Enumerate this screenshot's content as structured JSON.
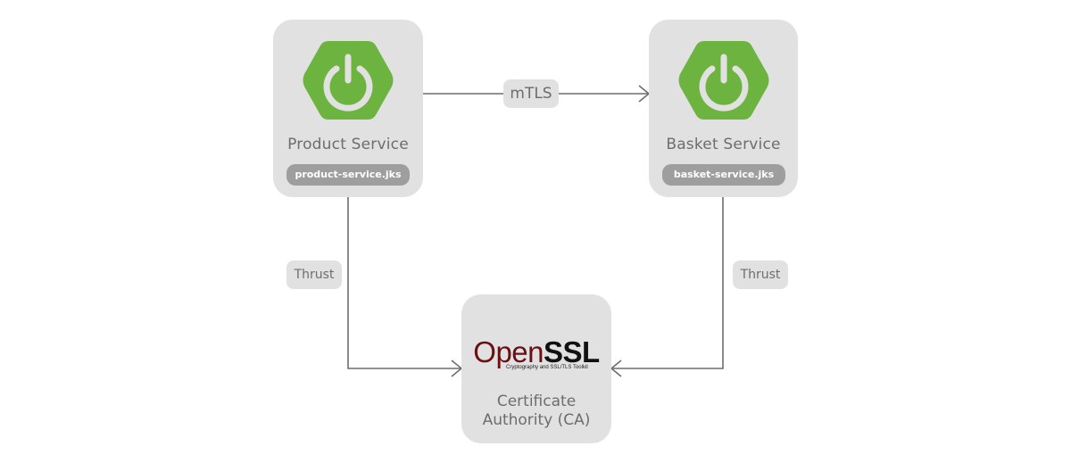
{
  "services": [
    {
      "name": "Product Service",
      "keystore": "product-service.jks",
      "icon": "spring-power-icon"
    },
    {
      "name": "Basket Service",
      "keystore": "basket-service.jks",
      "icon": "spring-power-icon"
    }
  ],
  "authority": {
    "logo_text_open": "Open",
    "logo_text_ssl": "SSL",
    "logo_tagline": "Cryptography and SSL/TLS Toolkit",
    "name_line1": "Certificate",
    "name_line2": "Authority (CA)"
  },
  "connections": {
    "mtls_label": "mTLS",
    "left_trust_label": "Thrust",
    "right_trust_label": "Thrust"
  },
  "colors": {
    "card_bg": "#e1e1e1",
    "spring_green": "#6db33f",
    "keystore_pill": "#9e9e9e",
    "connector": "#6d6d6d",
    "openssl_open": "#6b0f13",
    "openssl_ssl": "#111111"
  }
}
